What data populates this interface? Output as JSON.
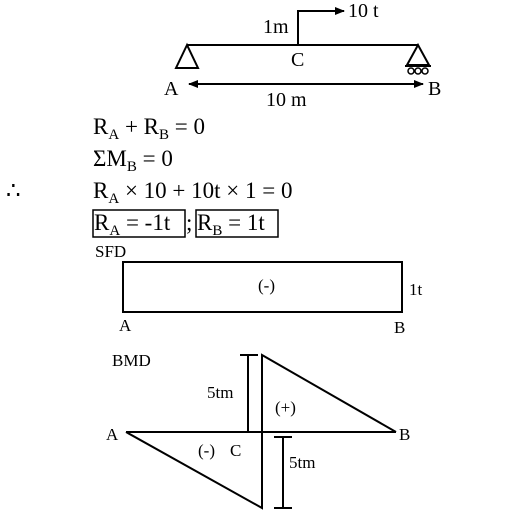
{
  "beam": {
    "load_label": "10 t",
    "offset_label": "1m",
    "point_c": "C",
    "point_a": "A",
    "point_b": "B",
    "span_label": "10 m"
  },
  "equations": {
    "eq1": {
      "r": "R",
      "a": "A",
      "plus": " + R",
      "b": "B",
      "rest": " = 0"
    },
    "eq2": {
      "text": "ΣM",
      "sub": "B",
      "rest": " = 0"
    },
    "therefore": "∴",
    "eq3": {
      "r": "R",
      "a": "A",
      "rest": " × 10 + 10t × 1 = 0"
    },
    "eq4": {
      "r1": "R",
      "a": "A",
      "v1": " = -1t",
      "sep": ";",
      "r2": "R",
      "b": "B",
      "v2": " = 1t"
    }
  },
  "sfd": {
    "title": "SFD",
    "sign": "(-)",
    "value": "1t",
    "point_a": "A",
    "point_b": "B"
  },
  "bmd": {
    "title": "BMD",
    "pos_value": "5tm",
    "pos_sign": "(+)",
    "neg_sign": "(-)",
    "point_c": "C",
    "neg_value": "5tm",
    "point_a": "A",
    "point_b": "B"
  }
}
